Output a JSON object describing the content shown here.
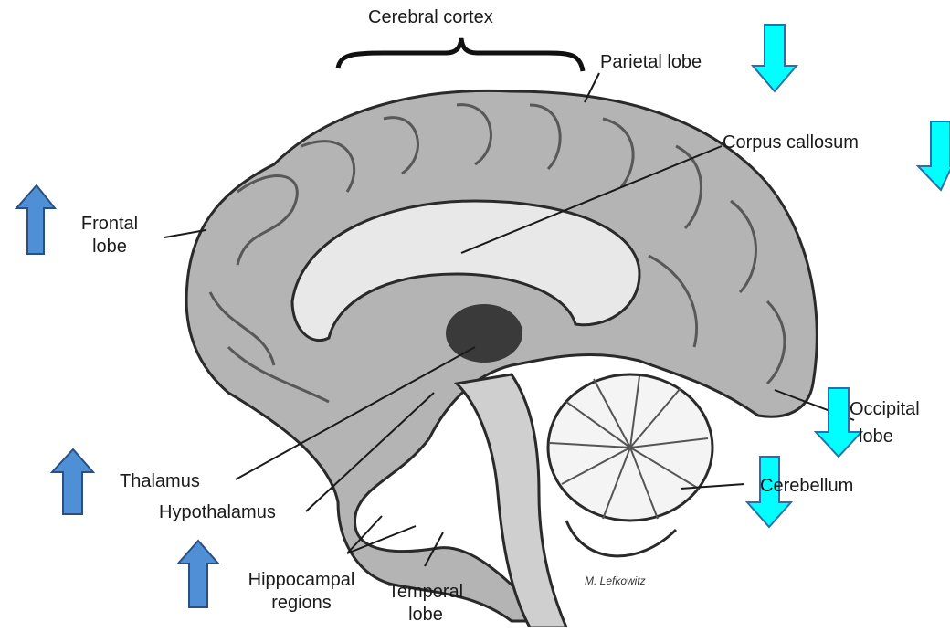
{
  "labels": {
    "cerebral_cortex": "Cerebral cortex",
    "parietal_lobe": "Parietal lobe",
    "corpus_callosum": "Corpus callosum",
    "frontal_lobe_line1": "Frontal",
    "frontal_lobe_line2": "lobe",
    "occipital_lobe_line1": "Occipital",
    "occipital_lobe_line2": "lobe",
    "cerebellum": "Cerebellum",
    "thalamus": "Thalamus",
    "hypothalamus": "Hypothalamus",
    "hippocampal_line1": "Hippocampal",
    "hippocampal_line2": "regions",
    "temporal_line1": "Temporal",
    "temporal_line2": "lobe"
  },
  "arrows": [
    {
      "id": "parietal",
      "direction": "down",
      "color": "#00ffff"
    },
    {
      "id": "corpus-callosum",
      "direction": "down",
      "color": "#00ffff"
    },
    {
      "id": "frontal",
      "direction": "up",
      "color": "#4f8fd6"
    },
    {
      "id": "thalamus",
      "direction": "up",
      "color": "#4f8fd6"
    },
    {
      "id": "hippocampal",
      "direction": "up",
      "color": "#4f8fd6"
    },
    {
      "id": "occipital",
      "direction": "down",
      "color": "#00ffff"
    },
    {
      "id": "cerebellum",
      "direction": "down",
      "color": "#00ffff"
    }
  ],
  "signature": "M. Lefkowitz",
  "colors": {
    "cyan_arrow": "#00ffff",
    "blue_arrow": "#4f8fd6",
    "ink": "#1a1a1a"
  }
}
